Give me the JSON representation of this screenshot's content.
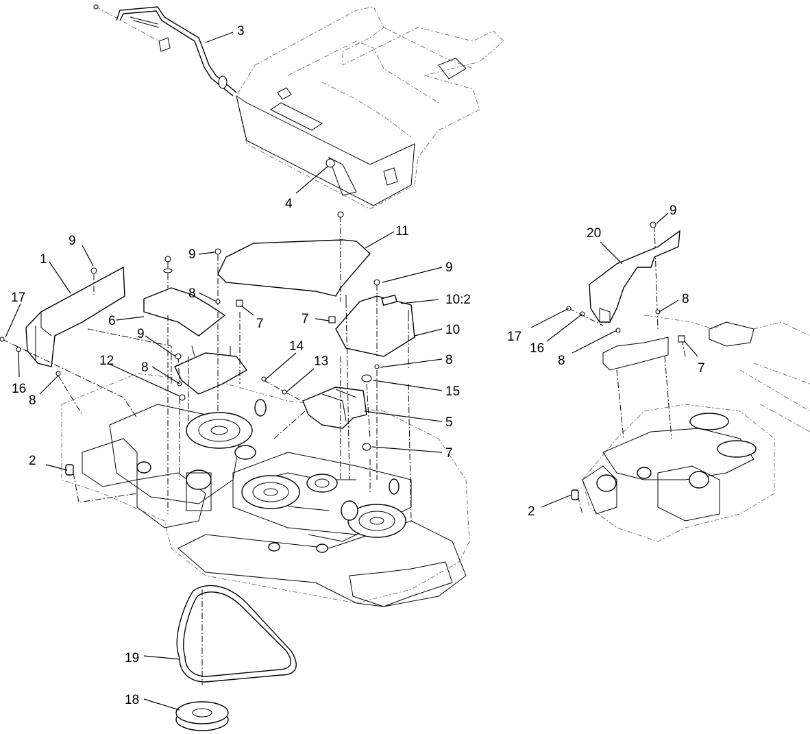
{
  "labels": {
    "l1": "1",
    "l2a": "2",
    "l2b": "2",
    "l3": "3",
    "l4": "4",
    "l5": "5",
    "l6": "6",
    "l7a": "7",
    "l7b": "7",
    "l7c": "7",
    "l7d": "7",
    "l8a": "8",
    "l8b": "8",
    "l8c": "8",
    "l8d": "8",
    "l8e": "8",
    "l8f": "8",
    "l9a": "9",
    "l9b": "9",
    "l9c": "9",
    "l9d": "9",
    "l9e": "9",
    "l10": "10",
    "l10b": "10:2",
    "l11": "11",
    "l12": "12",
    "l13": "13",
    "l14": "14",
    "l15": "15",
    "l16a": "16",
    "l16b": "16",
    "l17a": "17",
    "l17b": "17",
    "l18": "18",
    "l19": "19",
    "l20": "20"
  }
}
